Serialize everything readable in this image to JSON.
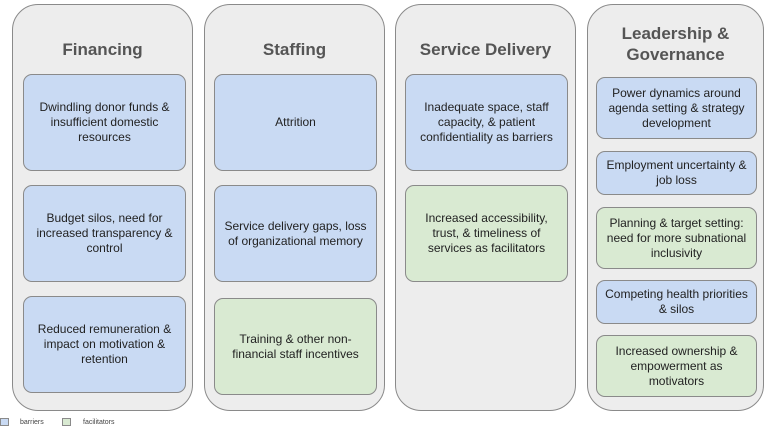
{
  "columns": [
    {
      "title": "Financing",
      "cards": [
        {
          "text": "Dwindling donor funds & insufficient domestic resources",
          "type": "barrier"
        },
        {
          "text": "Budget silos, need for increased transparency & control",
          "type": "barrier"
        },
        {
          "text": "Reduced remuneration & impact on motivation & retention",
          "type": "barrier"
        }
      ]
    },
    {
      "title": "Staffing",
      "cards": [
        {
          "text": "Attrition",
          "type": "barrier"
        },
        {
          "text": "Service delivery gaps, loss of organizational memory",
          "type": "barrier"
        },
        {
          "text": "Training & other non-financial staff incentives",
          "type": "facilitator"
        }
      ]
    },
    {
      "title": "Service Delivery",
      "cards": [
        {
          "text": "Inadequate space, staff capacity, & patient confidentiality as barriers",
          "type": "barrier"
        },
        {
          "text": "Increased accessibility, trust, & timeliness of services as facilitators",
          "type": "facilitator"
        }
      ]
    },
    {
      "title": "Leadership & Governance",
      "cards": [
        {
          "text": "Power dynamics around agenda setting & strategy development",
          "type": "barrier"
        },
        {
          "text": "Employment uncertainty & job loss",
          "type": "barrier"
        },
        {
          "text": "Planning & target setting: need for more subnational inclusivity",
          "type": "facilitator"
        },
        {
          "text": "Competing health priorities & silos",
          "type": "barrier"
        },
        {
          "text": "Increased ownership & empowerment as motivators",
          "type": "facilitator"
        }
      ]
    }
  ],
  "legend": {
    "barrier_label": "barriers",
    "facilitator_label": "facilitators"
  },
  "colors": {
    "barrier": "#c9daf3",
    "facilitator": "#d9ead2",
    "column_bg": "#ededed"
  }
}
